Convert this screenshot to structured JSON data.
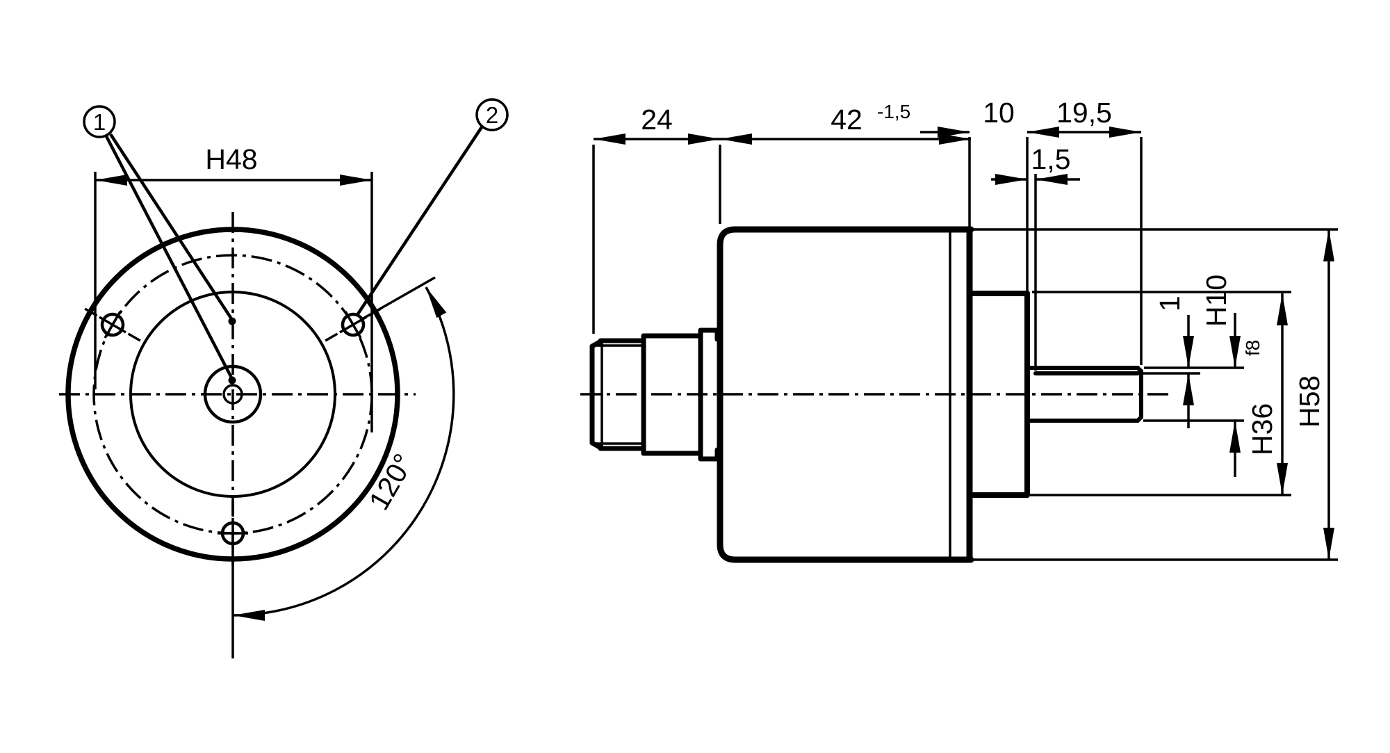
{
  "front_view": {
    "bolt_circle_dim": "H48",
    "angle_dim": "120°",
    "callout_1": "1",
    "callout_2": "2"
  },
  "side_view": {
    "connector_length": "24",
    "housing_length": "42",
    "housing_length_tol": "-1,5",
    "collar_length": "10",
    "shaft_length": "19,5",
    "flat_offset": "1,5",
    "flat_depth": "1",
    "shaft_dia": "H10",
    "collar_dia": "H36",
    "collar_fit": "f8",
    "housing_dia": "H58"
  },
  "colors": {
    "line": "#000000",
    "background": "#ffffff"
  }
}
